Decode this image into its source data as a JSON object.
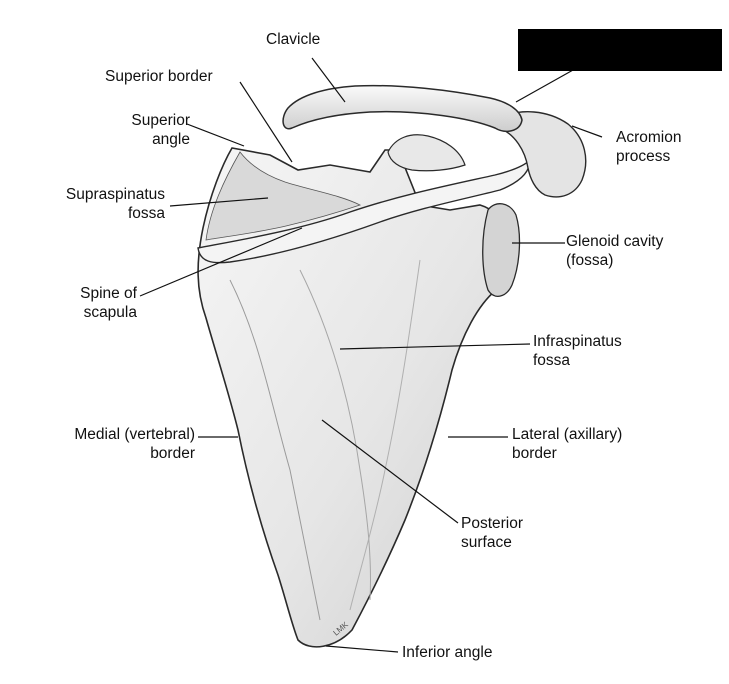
{
  "labels": {
    "clavicle": [
      "Clavicle"
    ],
    "superior_border": [
      "Superior border"
    ],
    "superior_angle": [
      "Superior",
      "angle"
    ],
    "supraspinatus_fossa": [
      "Supraspinatus",
      "fossa"
    ],
    "spine_of_scapula": [
      "Spine of",
      "scapula"
    ],
    "medial_border": [
      "Medial (vertebral)",
      "border"
    ],
    "acromion_process": [
      "Acromion",
      "process"
    ],
    "glenoid_cavity": [
      "Glenoid cavity",
      "(fossa)"
    ],
    "infraspinatus_fossa": [
      "Infraspinatus",
      "fossa"
    ],
    "lateral_border": [
      "Lateral (axillary)",
      "border"
    ],
    "posterior_surface": [
      "Posterior",
      "surface"
    ],
    "inferior_angle": [
      "Inferior angle"
    ]
  },
  "artist_signature": "LMK",
  "colors": {
    "bone_fill": "#efefef",
    "bone_shadow": "#c4c4c4",
    "outline": "#2a2a2a",
    "leader_line": "#111111",
    "redaction": "#000000"
  }
}
